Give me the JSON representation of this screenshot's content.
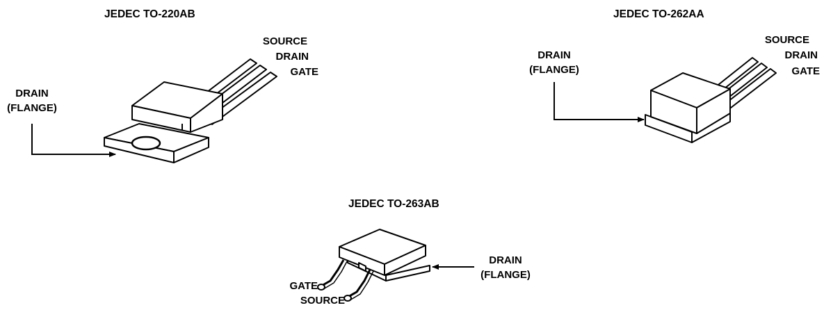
{
  "colors": {
    "ink": "#000000",
    "paper": "#ffffff"
  },
  "packages": [
    {
      "title": "JEDEC TO-220AB",
      "pins": [
        "SOURCE",
        "DRAIN",
        "GATE"
      ],
      "flange": [
        "DRAIN",
        "(FLANGE)"
      ]
    },
    {
      "title": "JEDEC TO-262AA",
      "pins": [
        "SOURCE",
        "DRAIN",
        "GATE"
      ],
      "flange": [
        "DRAIN",
        "(FLANGE)"
      ]
    },
    {
      "title": "JEDEC TO-263AB",
      "pins": [
        "GATE",
        "SOURCE"
      ],
      "flange": [
        "DRAIN",
        "(FLANGE)"
      ]
    }
  ]
}
